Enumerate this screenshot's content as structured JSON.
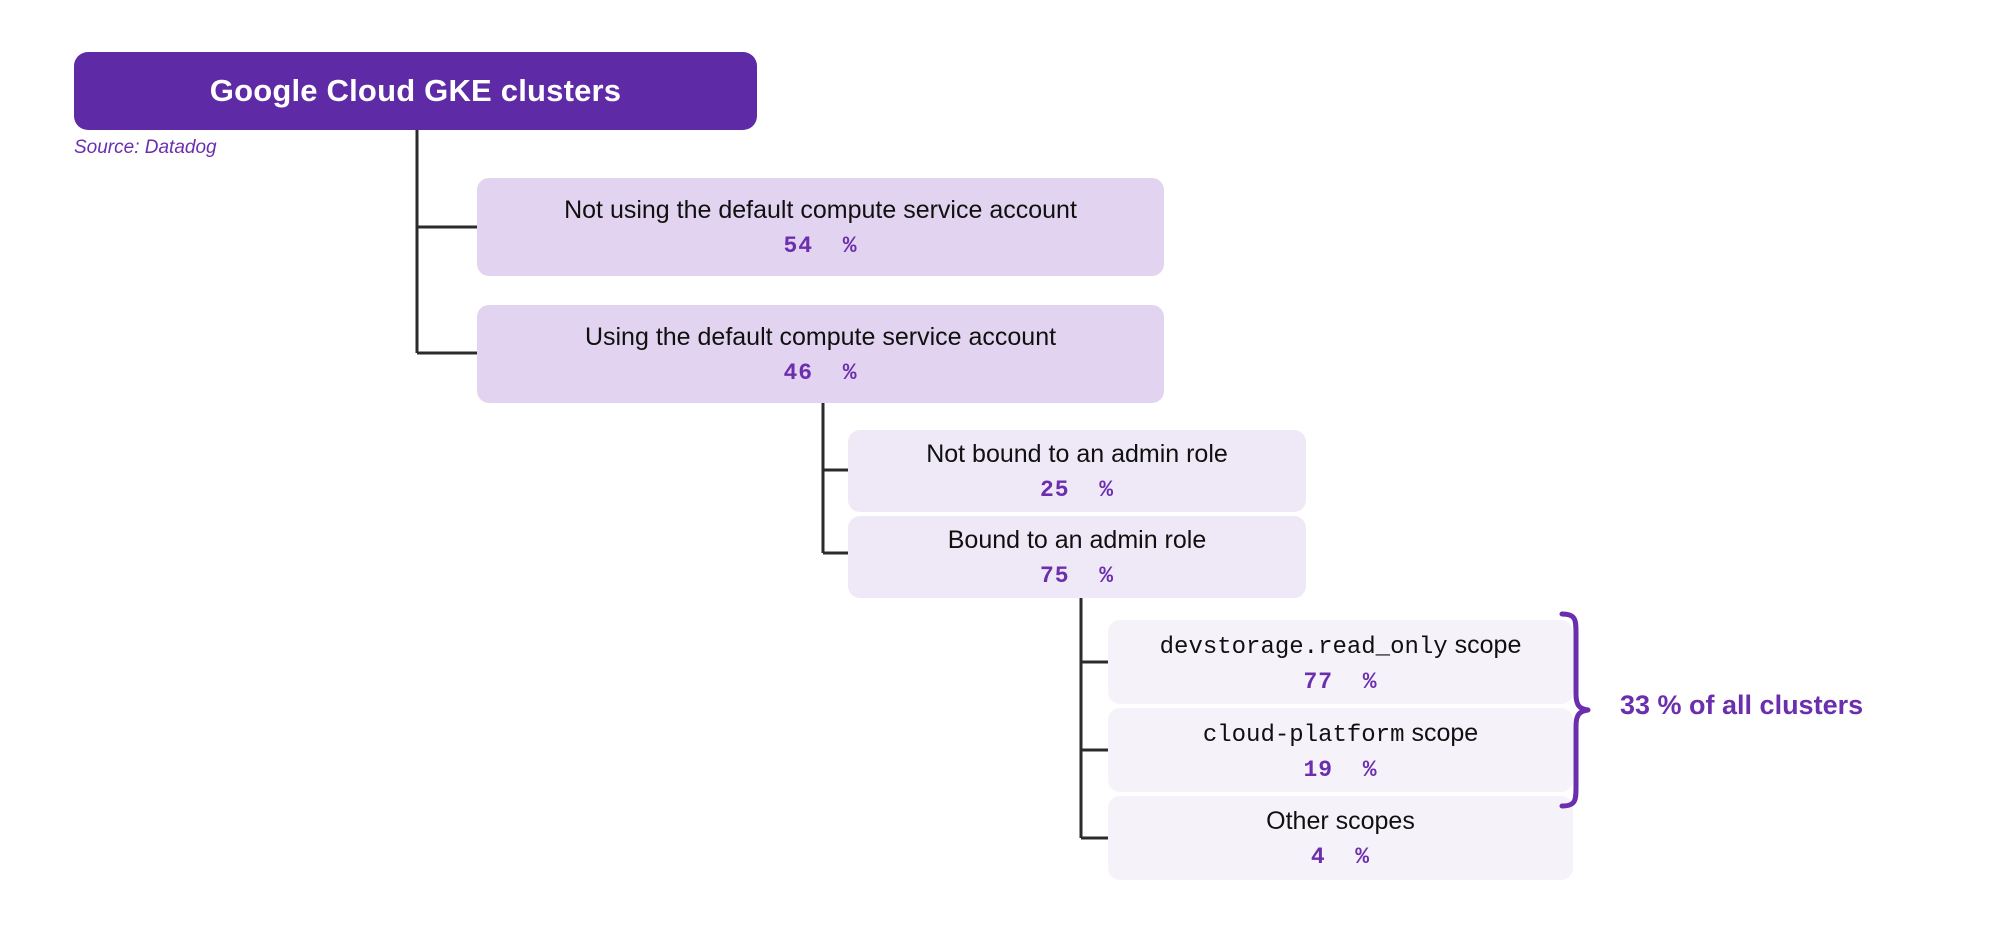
{
  "root": {
    "label": "Google Cloud GKE clusters",
    "source": "Source: Datadog"
  },
  "colors": {
    "root_bg": "#5f2aa5",
    "root_text": "#ffffff",
    "tier1_bg": "#e2d4f0",
    "tier2_bg": "#efe9f7",
    "tier3_bg": "#f5f3f9",
    "accent": "#6b2fae",
    "connector": "#2b2b2b",
    "page_bg": "#ffffff"
  },
  "nodes": {
    "not_default_sa": {
      "title": "Not using the default compute service account",
      "value": "54",
      "unit": "%"
    },
    "default_sa": {
      "title": "Using the default compute service account",
      "value": "46",
      "unit": "%"
    },
    "not_admin": {
      "title": "Not bound to an admin role",
      "value": "25",
      "unit": "%"
    },
    "admin": {
      "title": "Bound to an admin role",
      "value": "75",
      "unit": "%"
    },
    "scope_devstorage": {
      "code": "devstorage.read_only",
      "suffix": "scope",
      "value": "77",
      "unit": "%"
    },
    "scope_cloud": {
      "code": "cloud-platform",
      "suffix": "scope",
      "value": "19",
      "unit": "%"
    },
    "scope_other": {
      "title": "Other scopes",
      "value": "4",
      "unit": "%"
    }
  },
  "annotation": {
    "text": "33 % of all clusters"
  },
  "chart_data": {
    "type": "tree",
    "title": "Google Cloud GKE clusters",
    "source": "Source: Datadog",
    "unit": "%",
    "root": "Google Cloud GKE clusters",
    "levels": [
      {
        "level": 1,
        "parent": "Google Cloud GKE clusters",
        "nodes": [
          {
            "label": "Not using the default compute service account",
            "value": 54
          },
          {
            "label": "Using the default compute service account",
            "value": 46
          }
        ]
      },
      {
        "level": 2,
        "parent": "Using the default compute service account",
        "nodes": [
          {
            "label": "Not bound to an admin role",
            "value": 25
          },
          {
            "label": "Bound to an admin role",
            "value": 75
          }
        ]
      },
      {
        "level": 3,
        "parent": "Bound to an admin role",
        "nodes": [
          {
            "label": "devstorage.read_only scope",
            "value": 77
          },
          {
            "label": "cloud-platform scope",
            "value": 19
          },
          {
            "label": "Other scopes",
            "value": 4
          }
        ]
      }
    ],
    "annotations": [
      {
        "text": "33 % of all clusters",
        "covers": [
          "devstorage.read_only scope",
          "cloud-platform scope",
          "Other scopes"
        ]
      }
    ]
  }
}
